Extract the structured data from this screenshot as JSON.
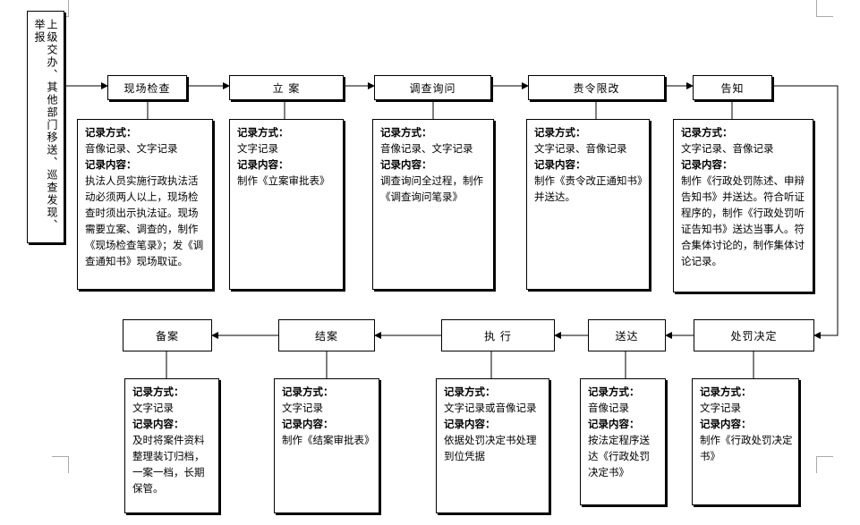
{
  "source": "上级交办、其他部门移送、巡查发现、举报",
  "stages": {
    "xianchang": "现场检查",
    "lian": "立  案",
    "diaocha": "调查询问",
    "zeling": "责令限改",
    "gaozhi": "告知",
    "chufa": "处罚决定",
    "songda": "送达",
    "zhixing": "执  行",
    "jiean": "结案",
    "beian": "备案"
  },
  "notes": {
    "xianchang": {
      "method_label": "记录方式：",
      "method": "音像记录、文字记录",
      "content_label": "记录内容：",
      "content": "执法人员实施行政执法活动必须两人以上，现场检查时须出示执法证。现场需要立案、调查的，制作《现场检查笔录》；发《调查通知书》现场取证。"
    },
    "lian": {
      "method_label": "记录方式：",
      "method": "文字记录",
      "content_label": "记录内容：",
      "content": "制作《立案审批表》"
    },
    "diaocha": {
      "method_label": "记录方式：",
      "method": "音像记录、文字记录",
      "content_label": "记录内容：",
      "content": "调查询问全过程，制作《调查询问笔录》"
    },
    "zeling": {
      "method_label": "记录方式：",
      "method": "文字记录、音像记录",
      "content_label": "记录内容：",
      "content": "制作《责令改正通知书》并送达。"
    },
    "gaozhi": {
      "method_label": "记录方式：",
      "method": "文字记录、音像记录",
      "content_label": "记录内容：",
      "content": "制作《行政处罚陈述、申辩告知书》并送达。符合听证程序的，制作《行政处罚听证告知书》送达当事人。符合集体讨论的，制作集体讨论记录。"
    },
    "chufa": {
      "method_label": "记录方式：",
      "method": "文字记录",
      "content_label": "记录内容：",
      "content": "制作《行政处罚决定书》"
    },
    "songda": {
      "method_label": "记录方式：",
      "method": "音像记录",
      "content_label": "记录内容：",
      "content": "按法定程序送达《行政处罚决定书》"
    },
    "zhixing": {
      "method_label": "记录方式：",
      "method": "文字记录或音像记录",
      "content_label": "记录内容：",
      "content": "依据处罚决定书处理到位凭据"
    },
    "jiean": {
      "method_label": "记录方式：",
      "method": "文字记录",
      "content_label": "记录内容：",
      "content": "制作《结案审批表》"
    },
    "beian": {
      "method_label": "记录方式：",
      "method": "文字记录",
      "content_label": "记录内容：",
      "content": "及时将案件资料整理装订归档，一案一档，长期保管。"
    }
  }
}
